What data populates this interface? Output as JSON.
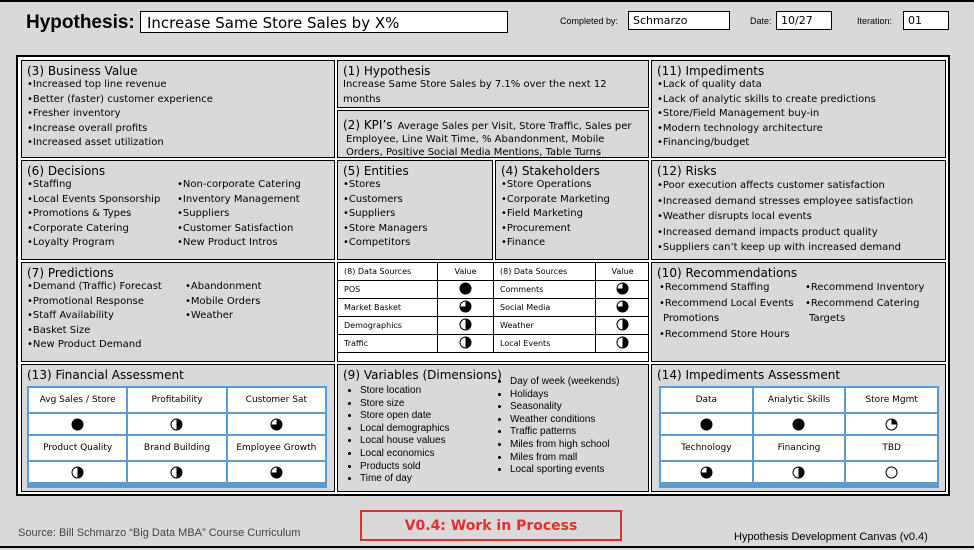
{
  "header": {
    "hypothesis_label": "Hypothesis:",
    "hypothesis_value": "Increase Same Store Sales by X%",
    "completed_by_label": "Completed by:",
    "completed_by_value": "Schmarzo",
    "date_label": "Date:",
    "date_value": "10/27",
    "iteration_label": "Iteration:",
    "iteration_value": "01"
  },
  "business_value": {
    "title": "(3) Business Value",
    "items": [
      "•Increased top line revenue",
      "•Better (faster) customer experience",
      "•Fresher inventory",
      "•Increase overall profits",
      "•Increased asset utilization"
    ]
  },
  "hypothesis": {
    "title": "(1) Hypothesis",
    "text": "Increase Same Store Sales by 7.1% over the next 12 months"
  },
  "kpis": {
    "title": "(2) KPI’s",
    "text_first": "Average Sales per Visit, Store Traffic, Sales per",
    "text_rest": "Employee, Line Wait Time, % Abandonment, Mobile Orders, Positive Social Media Mentions, Table Turns"
  },
  "impediments": {
    "title": "(11) Impediments",
    "items": [
      "•Lack of quality data",
      "•Lack of analytic skills to create predictions",
      "•Store/Field Management buy-in",
      "•Modern technology architecture",
      "•Financing/budget"
    ]
  },
  "decisions": {
    "title": "(6) Decisions",
    "col1": [
      "•Staffing",
      "•Local Events Sponsorship",
      "•Promotions & Types",
      "•Corporate Catering",
      "•Loyalty Program"
    ],
    "col2": [
      "•Non-corporate Catering",
      "•Inventory Management",
      "•Suppliers",
      "•Customer Satisfaction",
      "•New Product Intros"
    ]
  },
  "entities": {
    "title": "(5) Entities",
    "items": [
      "•Stores",
      "•Customers",
      "•Suppliers",
      "•Store Managers",
      "•Competitors"
    ]
  },
  "stakeholders": {
    "title": "(4) Stakeholders",
    "items": [
      "•Store Operations",
      "•Corporate Marketing",
      "•Field Marketing",
      "•Procurement",
      "•Finance"
    ]
  },
  "risks": {
    "title": "(12) Risks",
    "items": [
      "•Poor execution affects customer satisfaction",
      "•Increased demand stresses employee satisfaction",
      "•Weather disrupts local events",
      "•Increased demand impacts product quality",
      "•Suppliers can’t keep up with increased demand"
    ]
  },
  "predictions": {
    "title": "(7) Predictions",
    "col1": [
      "•Demand (Traffic) Forecast",
      "•Promotional Response",
      "•Staff Availability",
      "•Basket Size",
      "•New Product Demand"
    ],
    "col2": [
      "•Abandonment",
      "•Mobile Orders",
      "•Weather"
    ]
  },
  "data_sources": {
    "header_source": "(8) Data Sources",
    "header_value": "Value",
    "left": [
      {
        "name": "POS",
        "value": 1.0
      },
      {
        "name": "Market Basket",
        "value": 0.75
      },
      {
        "name": "Demographics",
        "value": 0.5
      },
      {
        "name": "Traffic",
        "value": 0.5
      }
    ],
    "right": [
      {
        "name": "Comments",
        "value": 0.75
      },
      {
        "name": "Social Media",
        "value": 0.75
      },
      {
        "name": "Weather",
        "value": 0.5
      },
      {
        "name": "Local Events",
        "value": 0.5
      }
    ]
  },
  "recommendations": {
    "title": "(10) Recommendations",
    "col1": [
      "•Recommend Staffing",
      "•Recommend Local Events",
      " Promotions",
      "•Recommend Store Hours"
    ],
    "col2": [
      "•Recommend Inventory",
      "•Recommend Catering",
      " Targets"
    ]
  },
  "financial": {
    "title": "(13) Financial Assessment",
    "items": [
      {
        "label": "Avg Sales / Store",
        "value": 1.0
      },
      {
        "label": "Profitability",
        "value": 0.5
      },
      {
        "label": "Customer Sat",
        "value": 0.75
      },
      {
        "label": "Product Quality",
        "value": 0.5
      },
      {
        "label": "Brand Building",
        "value": 0.5
      },
      {
        "label": "Employee Growth",
        "value": 0.75
      }
    ]
  },
  "variables": {
    "title": "(9) Variables (Dimensions)",
    "col1": [
      "Store location",
      "Store size",
      "Store open date",
      "Local demographics",
      "Local house values",
      "Local economics",
      "Products sold",
      "Time of day"
    ],
    "col2": [
      "Day of week (weekends)",
      "Holidays",
      "Seasonality",
      "Weather conditions",
      "Traffic patterns",
      "Miles from high school",
      "Miles from mall",
      "Local sporting events"
    ]
  },
  "impediments_assessment": {
    "title": "(14) Impediments Assessment",
    "items": [
      {
        "label": "Data",
        "value": 1.0
      },
      {
        "label": "Analytic Skills",
        "value": 1.0
      },
      {
        "label": "Store Mgmt",
        "value": 0.25
      },
      {
        "label": "Technology",
        "value": 0.75
      },
      {
        "label": "Financing",
        "value": 0.5
      },
      {
        "label": "TBD",
        "value": 0.0
      }
    ]
  },
  "footer": {
    "source": "Source: Bill Schmarzo “Big Data MBA” Course Curriculum",
    "status": "V0.4: Work in Process",
    "canvas_name": "Hypothesis Development Canvas (v0.4)"
  }
}
